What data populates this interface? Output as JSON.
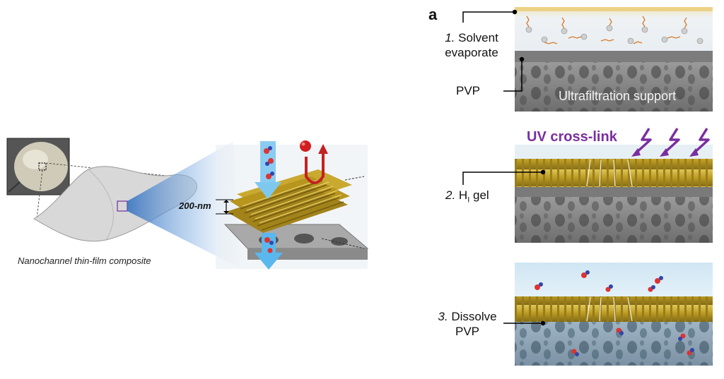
{
  "left": {
    "caption": "Nanochannel thin-film composite",
    "thickness_label": "200-nm"
  },
  "right": {
    "panel_letter": "a",
    "step1": {
      "num": "1.",
      "text_line1": "Solvent",
      "text_line2": "evaporate"
    },
    "pvp_label": "PVP",
    "support_label": "Ultrafiltration support",
    "uv_label": "UV cross-link",
    "step2": {
      "num": "2.",
      "text_pre": "H",
      "text_sub": "I",
      "text_post": " gel"
    },
    "step3": {
      "num": "3.",
      "text_line1": "Dissolve",
      "text_line2": "PVP"
    }
  },
  "colors": {
    "rod": "#b8961e",
    "uv": "#7a2ea0",
    "arrow_blue": "#5ab8ee",
    "arrow_red": "#c22222",
    "support_gray": "#8b8b8b"
  }
}
